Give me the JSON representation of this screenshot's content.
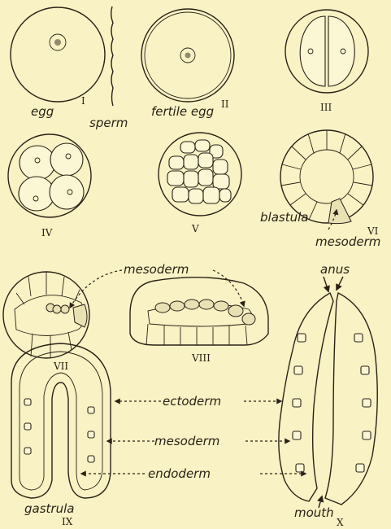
{
  "labels": {
    "egg": "egg",
    "sperm": "sperm",
    "fertile_egg": "fertile egg",
    "blastula": "blastula",
    "mesoderm_vi": "mesoderm",
    "mesoderm_vii": "mesoderm",
    "anus": "anus",
    "ectoderm": "ectoderm",
    "mesoderm_ix": "mesoderm",
    "endoderm": "endoderm",
    "gastrula": "gastrula",
    "mouth": "mouth"
  },
  "numerals": {
    "i": "I",
    "ii": "II",
    "iii": "III",
    "iv": "IV",
    "v": "V",
    "vi": "VI",
    "vii": "VII",
    "viii": "VIII",
    "ix": "IX",
    "x": "X"
  },
  "colors": {
    "paper": "#f8f2c4",
    "ink": "#2a2218"
  }
}
